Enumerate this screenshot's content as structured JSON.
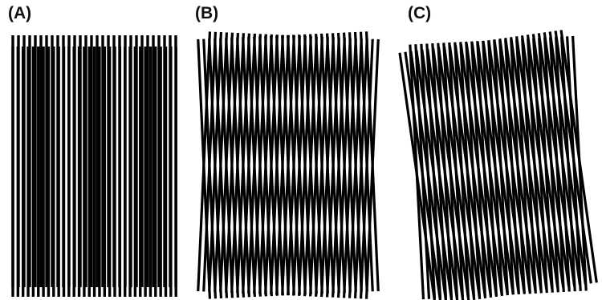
{
  "figure": {
    "panels": [
      {
        "label": "(A)",
        "pattern": "vertical-line-gratings-superimposed-shifted-spacing",
        "stroke": "#000000"
      },
      {
        "label": "(B)",
        "pattern": "line-gratings-small-opposite-tilt-horizontal-moire-bands",
        "stroke": "#000000"
      },
      {
        "label": "(C)",
        "pattern": "line-gratings-rotated-diagonal-moire-bands",
        "stroke": "#000000"
      }
    ],
    "background": "#ffffff"
  }
}
